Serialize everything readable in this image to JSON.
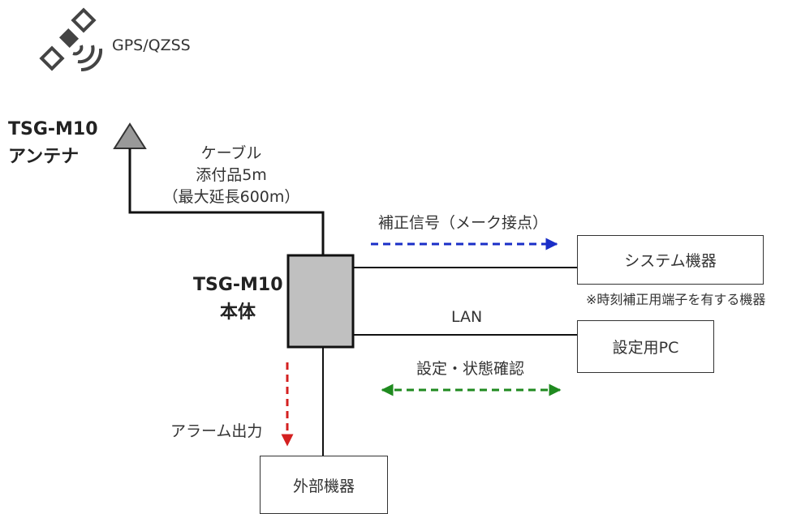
{
  "satellite": {
    "icon": "satellite-icon",
    "label": "GPS/QZSS"
  },
  "antenna": {
    "icon": "antenna-triangle-icon",
    "label_line1": "TSG-M10",
    "label_line2": "アンテナ"
  },
  "cable": {
    "line1": "ケーブル",
    "line2": "添付品5m",
    "line3": "（最大延長600m）"
  },
  "main_unit": {
    "label_line1": "TSG-M10",
    "label_line2": "本体",
    "color": "#c0c0c0"
  },
  "correction_signal": {
    "label": "補正信号（メーク接点）",
    "color": "#1a2ec7"
  },
  "system_device": {
    "label": "システム機器",
    "note": "※時刻補正用端子を有する機器"
  },
  "lan": {
    "label": "LAN"
  },
  "config_pc": {
    "label": "設定用PC"
  },
  "config_status": {
    "label": "設定・状態確認",
    "color": "#1f8a1f"
  },
  "alarm_output": {
    "label": "アラーム出力",
    "color": "#d42020"
  },
  "external_device": {
    "label": "外部機器"
  }
}
